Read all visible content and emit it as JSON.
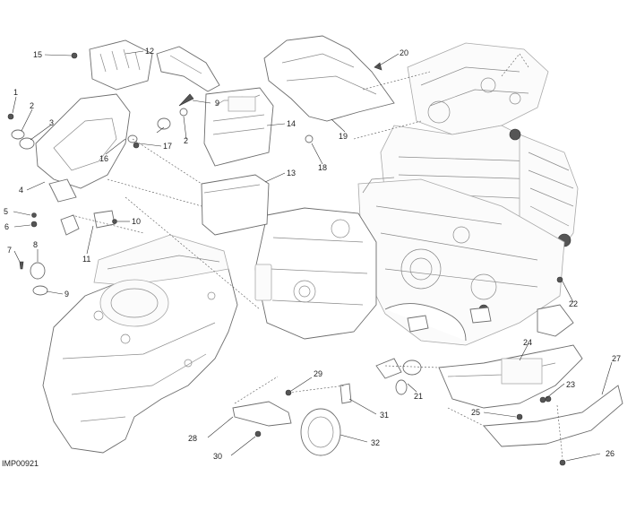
{
  "diagram": {
    "code": "IMP00921",
    "callouts": [
      "1",
      "2",
      "3",
      "4",
      "5",
      "6",
      "7",
      "8",
      "9",
      "10",
      "11",
      "12",
      "13",
      "14",
      "15",
      "16",
      "17",
      "18",
      "19",
      "20",
      "21",
      "22",
      "23",
      "24",
      "25",
      "26",
      "27",
      "28",
      "29",
      "30",
      "31",
      "32"
    ],
    "callout_2_repeat": "2",
    "callout_9_repeat": "9"
  }
}
